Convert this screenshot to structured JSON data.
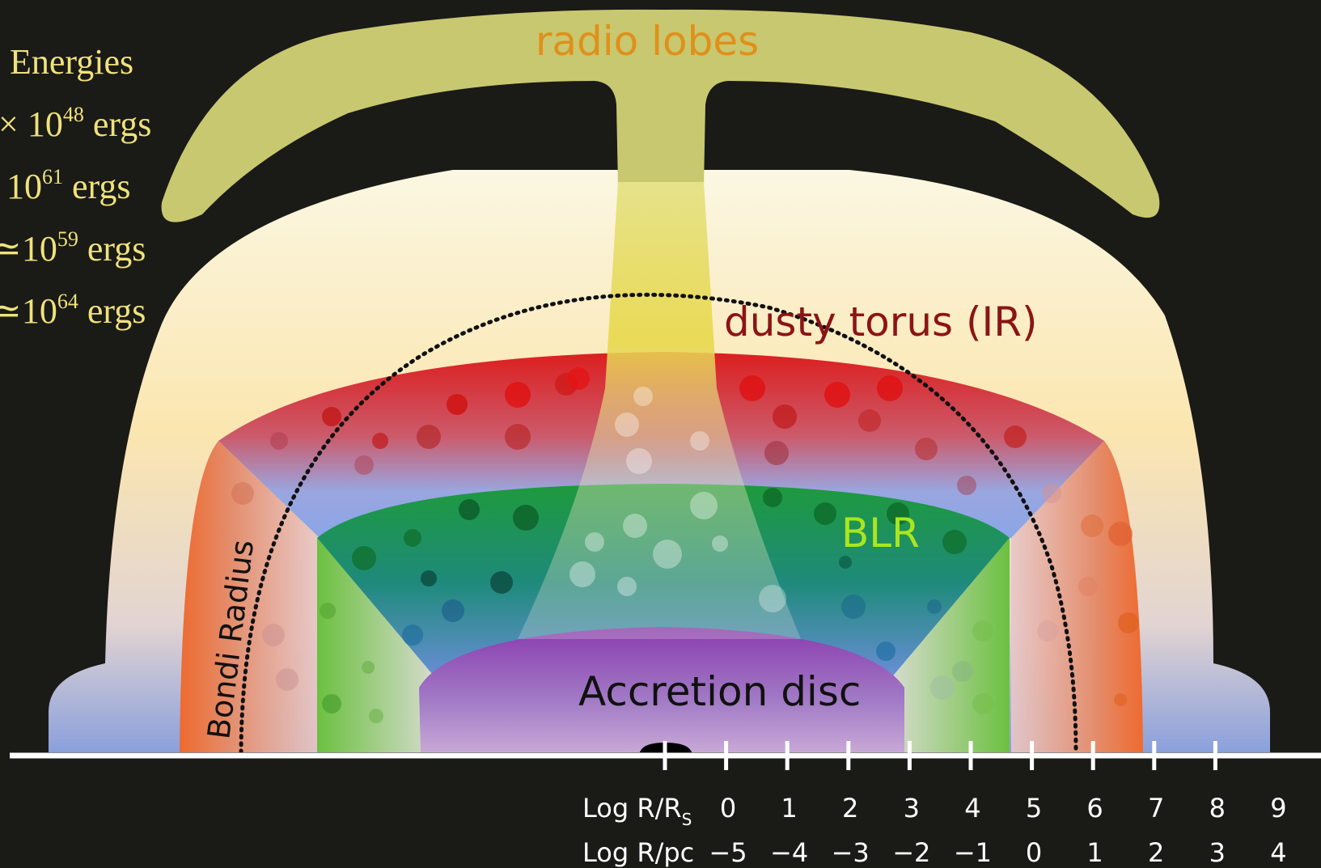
{
  "energies": {
    "title": "Energies",
    "rows": [
      {
        "prefix": "× 10",
        "exp": "48",
        "unit": " ergs"
      },
      {
        "prefix": "10",
        "exp": "61",
        "unit": " ergs"
      },
      {
        "prefix": "≃10",
        "exp": "59",
        "unit": " ergs"
      },
      {
        "prefix": "≃10",
        "exp": "64",
        "unit": " ergs"
      }
    ]
  },
  "labels": {
    "radio_lobes": "radio lobes",
    "dusty_torus": "dusty torus (IR)",
    "blr": "BLR",
    "accretion_disc": "Accretion disc",
    "bondi_radius": "Bondi Radius"
  },
  "axis": {
    "rs_label": "Log R/R",
    "rs_subscript": "S",
    "pc_label": "Log R/pc",
    "rs_ticks": [
      "0",
      "1",
      "2",
      "3",
      "4",
      "5",
      "6",
      "7",
      "8",
      "9"
    ],
    "pc_ticks": [
      "−5",
      "−4",
      "−3",
      "−2",
      "−1",
      "0",
      "1",
      "2",
      "3",
      "4"
    ]
  },
  "colors": {
    "background": "#1a1a17",
    "energies_text": "#efe27a",
    "radio_lobes": "#c8c870",
    "radio_lobes_text": "#e0901a",
    "dusty_torus_text": "#8c1414",
    "torus": "#d81e1e",
    "blr": "#1e9a3c",
    "blr_text": "#aae61e",
    "accretion_disc": "#8a46aa",
    "axis": "#ffffff"
  }
}
